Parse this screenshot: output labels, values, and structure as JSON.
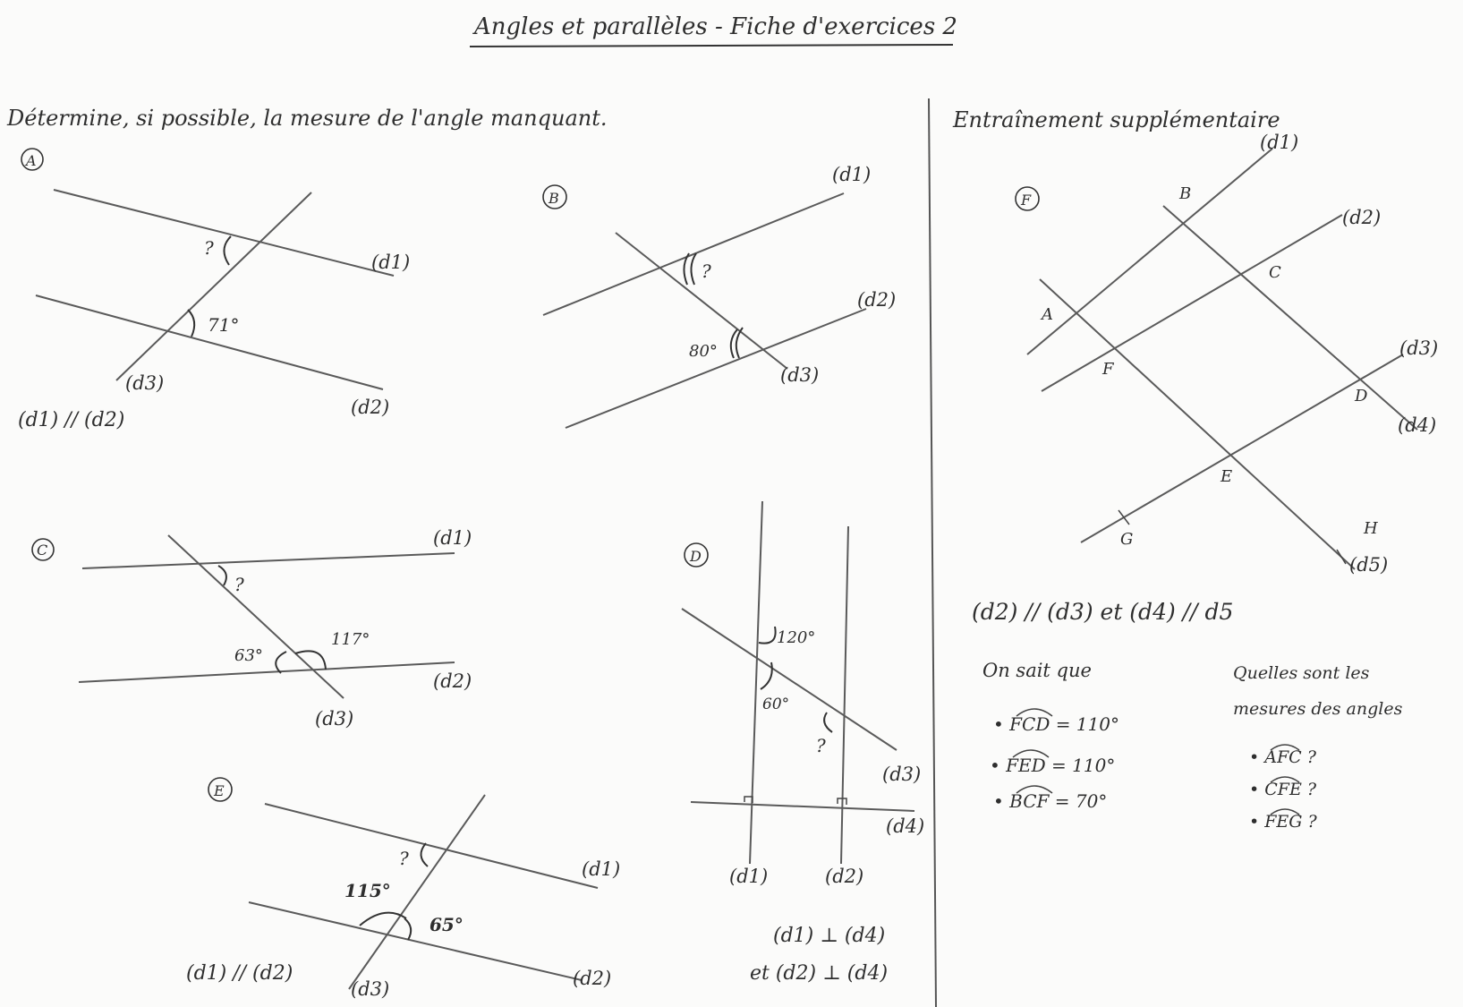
{
  "title": "Angles et parallèles - Fiche d'exercices 2",
  "instruction": "Détermine, si possible, la mesure de l'angle manquant.",
  "extra_title": "Entraînement supplémentaire",
  "exercises": {
    "A": {
      "letter": "A",
      "lines": [
        "(d1)",
        "(d2)",
        "(d3)"
      ],
      "angle_given": "71°",
      "unknown": "?",
      "hypothesis": "(d1) // (d2)"
    },
    "B": {
      "letter": "B",
      "lines": [
        "(d1)",
        "(d2)",
        "(d3)"
      ],
      "angle_given": "80°",
      "unknown": "?"
    },
    "C": {
      "letter": "C",
      "lines": [
        "(d1)",
        "(d2)",
        "(d3)"
      ],
      "angles_given": [
        "63°",
        "117°"
      ],
      "unknown": "?"
    },
    "D": {
      "letter": "D",
      "lines": [
        "(d1)",
        "(d2)",
        "(d3)",
        "(d4)"
      ],
      "angles_given": [
        "120°",
        "60°"
      ],
      "unknown": "?",
      "hypothesis_1": "(d1) ⊥ (d4)",
      "hypothesis_2": "et (d2) ⊥ (d4)"
    },
    "E": {
      "letter": "E",
      "lines": [
        "(d1)",
        "(d2)",
        "(d3)"
      ],
      "angles_given": [
        "115°",
        "65°"
      ],
      "unknown": "?",
      "hypothesis": "(d1) // (d2)"
    },
    "F": {
      "letter": "F",
      "lines": [
        "(d1)",
        "(d2)",
        "(d3)",
        "(d4)",
        "(d5)"
      ],
      "points": [
        "A",
        "B",
        "C",
        "D",
        "E",
        "F",
        "G",
        "H"
      ],
      "hypothesis": "(d2) // (d3) et (d4) // d5",
      "known_title": "On sait que",
      "known": [
        "FCD = 110°",
        "FED = 110°",
        "BCF = 70°"
      ],
      "question_title_1": "Quelles sont les",
      "question_title_2": "mesures des angles",
      "questions": [
        "AFC ?",
        "CFE ?",
        "FEG ?"
      ]
    }
  }
}
